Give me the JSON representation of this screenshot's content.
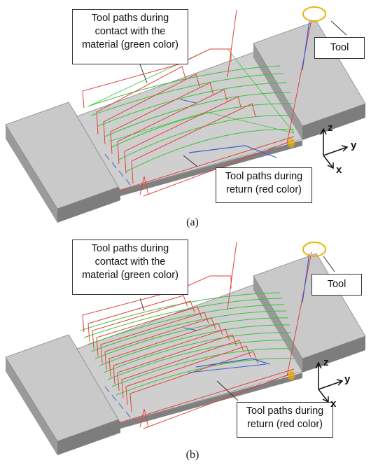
{
  "panels": [
    {
      "caption": "(a)",
      "labels": {
        "green_paths": "Tool paths during\ncontact with the\nmaterial (green color)",
        "tool": "Tool",
        "red_paths": "Tool paths during\nreturn (red color)"
      },
      "axes": {
        "z": "z",
        "y": "y",
        "x": "x"
      }
    },
    {
      "caption": "(b)",
      "labels": {
        "green_paths": "Tool paths during\ncontact with the\nmaterial (green color)",
        "tool": "Tool",
        "red_paths": "Tool paths during\nreturn (red color)"
      },
      "axes": {
        "z": "z",
        "y": "y",
        "x": "x"
      }
    }
  ],
  "colors": {
    "contact_path": "#39c23a",
    "return_path": "#e0443e",
    "tool_marker": "#e8b400",
    "plunge_path": "#3a5fcf",
    "block_top": "#c7c7c7",
    "block_side": "#8f8f8f"
  }
}
